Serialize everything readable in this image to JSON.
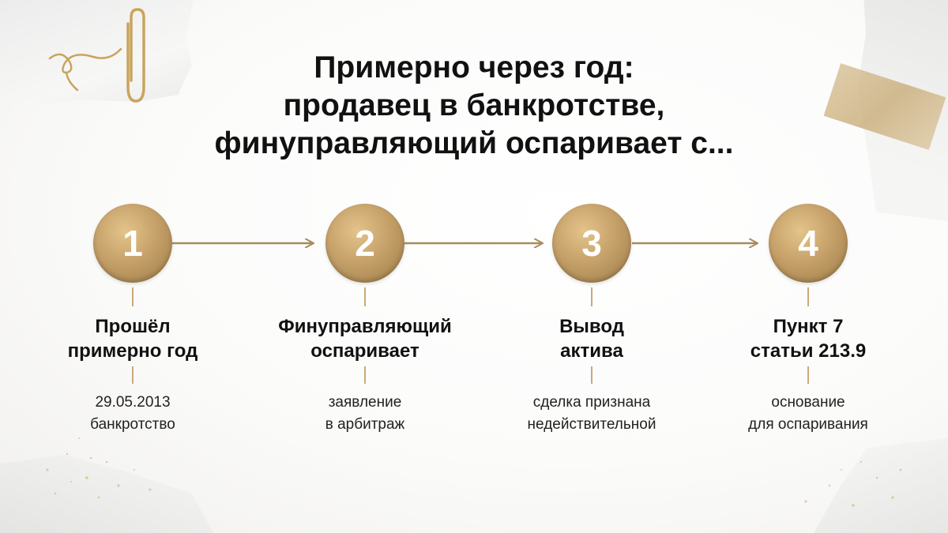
{
  "title": {
    "line1": "Примерно через год:",
    "line2": "продавец в банкротстве,",
    "line3": "финуправляющий оспаривает с..."
  },
  "steps": [
    {
      "number": "1",
      "title_line1": "Прошёл",
      "title_line2": "примерно год",
      "desc_line1": "29.05.2013",
      "desc_line2": "банкротство"
    },
    {
      "number": "2",
      "title_line1": "Финуправляющий",
      "title_line2": "оспаривает",
      "desc_line1": "заявление",
      "desc_line2": "в арбитраж"
    },
    {
      "number": "3",
      "title_line1": "Вывод",
      "title_line2": "актива",
      "desc_line1": "сделка признана",
      "desc_line2": "недействительной"
    },
    {
      "number": "4",
      "title_line1": "Пункт 7",
      "title_line2": "статьи 213.9",
      "desc_line1": "основание",
      "desc_line2": "для оспаривания"
    }
  ],
  "colors": {
    "gold": "#c6a16a",
    "connector": "#a88b5c",
    "text": "#111111"
  }
}
